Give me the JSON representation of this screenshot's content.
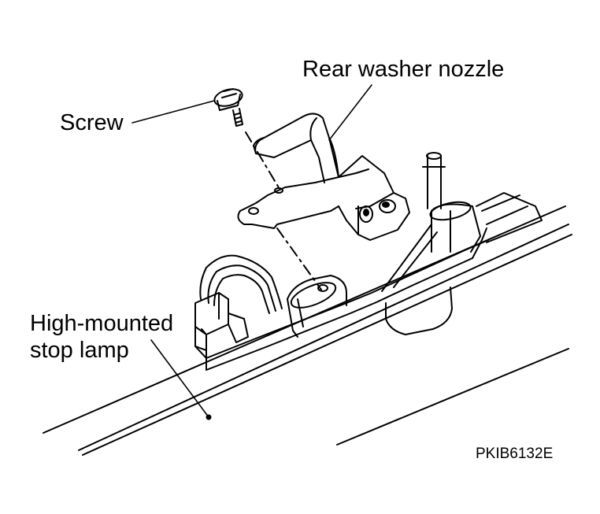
{
  "labels": {
    "rear_washer_nozzle": "Rear washer nozzle",
    "screw": "Screw",
    "lamp_line1": "High-mounted",
    "lamp_line2": "stop lamp",
    "figure_code": "PKIB6132E"
  },
  "colors": {
    "line": "#000000",
    "background": "#ffffff"
  }
}
